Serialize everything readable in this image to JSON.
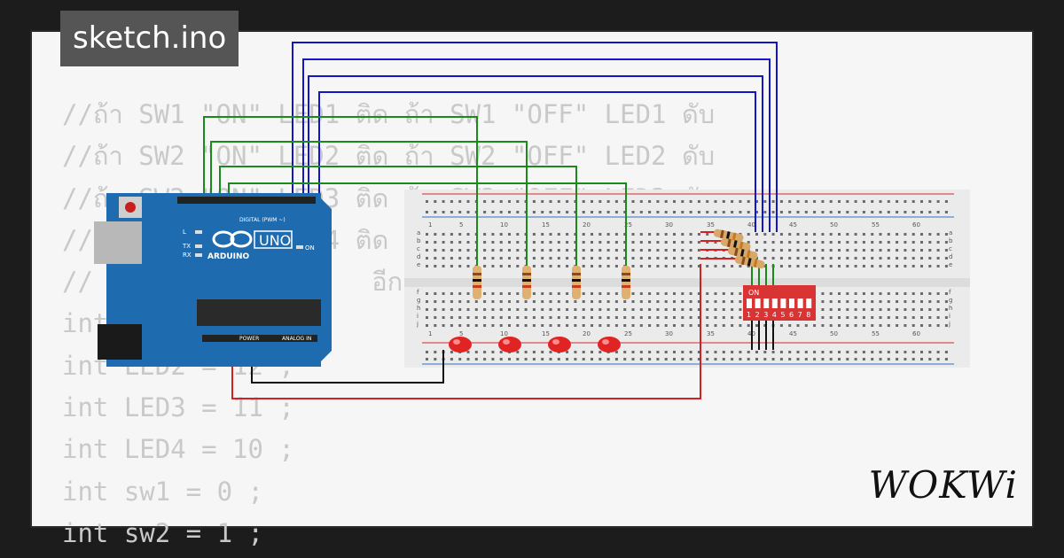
{
  "title": "sketch.ino",
  "brand": "WOKWi",
  "code_lines": [
    "//ถ้า SW1 \"ON\" LED1 ติด ถ้า SW1 \"OFF\" LED1 ดับ",
    "//ถ้า SW2 \"ON\" LED2 ติด ถ้า SW2 \"OFF\" LED2 ดับ",
    "//ถ้า SW3 \"ON\" LED3 ติด ถ้า SW3 \"OFF\" LED3 ดับ",
    "//ถ้า SW4 \"ON\" LED4 ติด",
    "//                  อีกเป็น                         GH",
    "int",
    "int LED2 = 12 ;",
    "int LED3 = 11 ;",
    "int LED4 = 10 ;",
    "int sw1 = 0 ;",
    "int sw2 = 1 ;"
  ],
  "arduino": {
    "model": "UNO",
    "brand": "ARDUINO",
    "header_digital": "DIGITAL (PWM ~)",
    "header_power": "POWER",
    "header_analog": "ANALOG IN",
    "label_on": "ON",
    "label_l": "L",
    "label_tx": "TX",
    "label_rx": "RX"
  },
  "breadboard": {
    "column_numbers": [
      "1",
      "5",
      "10",
      "15",
      "20",
      "25",
      "30",
      "35",
      "40",
      "45",
      "50",
      "55",
      "60"
    ],
    "rows_top": [
      "a",
      "b",
      "c",
      "d",
      "e"
    ],
    "rows_bottom": [
      "f",
      "g",
      "h",
      "i",
      "j"
    ]
  },
  "dip_switch": {
    "label_on": "ON",
    "numbers": [
      "1",
      "2",
      "3",
      "4",
      "5",
      "6",
      "7",
      "8"
    ]
  },
  "colors": {
    "wire_green": "#1a8a1a",
    "wire_blue": "#1515c8",
    "wire_red": "#d42020",
    "wire_black": "#111111",
    "arduino_board": "#1f6bb0",
    "led": "#e02424",
    "dip_switch": "#d83434"
  }
}
